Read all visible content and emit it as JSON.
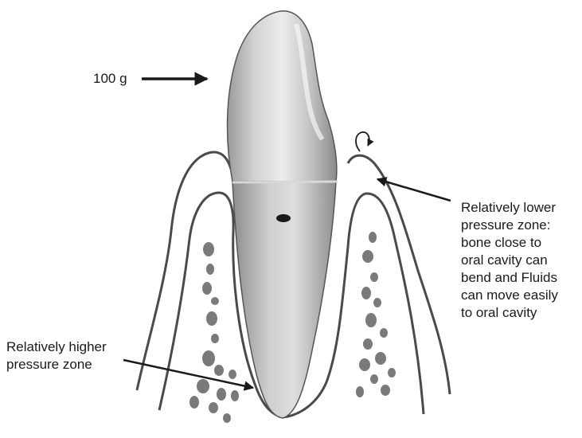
{
  "force_label": "100 g",
  "lower_pressure": {
    "lines": [
      "Relatively lower",
      "pressure zone:",
      "bone close to",
      "oral cavity can",
      "bend and Fluids",
      "can move easily",
      "to oral cavity"
    ]
  },
  "higher_pressure": {
    "lines": [
      "Relatively higher",
      "pressure zone"
    ]
  },
  "colors": {
    "outline": "#4a4a4a",
    "bone_spots": "#7a7a7a",
    "tooth_light": "#e6e6e6",
    "tooth_dark": "#8c8c8c",
    "text": "#1a1a1a"
  }
}
